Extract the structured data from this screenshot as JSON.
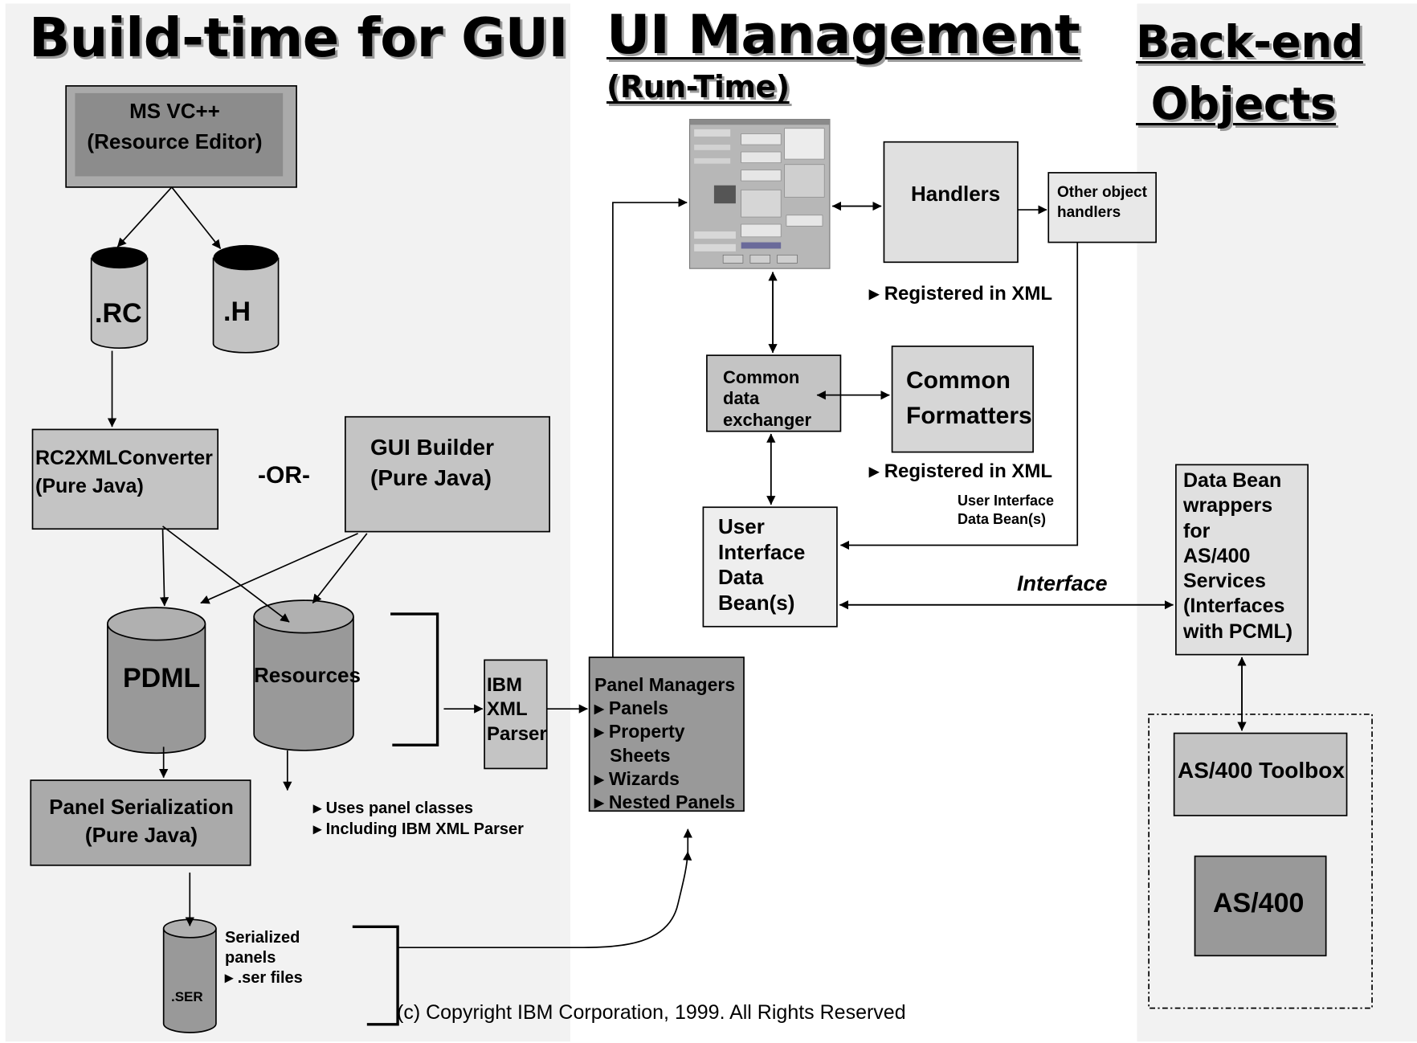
{
  "headings": {
    "build_time": "Build-time for GUI",
    "ui_management": "UI Management",
    "run_time": "(Run-Time)",
    "back_end": "Back-end\n Objects"
  },
  "nodes": {
    "ms_vc": "MS VC++\n(Resource Editor)",
    "rc_file": ".RC",
    "h_file": ".H",
    "rc2xml": "RC2XMLConverter\n(Pure Java)",
    "or_label": "-OR-",
    "gui_builder": "GUI Builder\n(Pure Java)",
    "pdml": "PDML",
    "resources": "Resources",
    "ibm_xml_parser": "IBM\nXML\nParser",
    "panel_serialization": "Panel Serialization\n(Pure Java)",
    "uses_panel_notes": "▸ Uses panel classes\n▸ Including IBM XML Parser",
    "ser_file": ".SER",
    "serialized_panels": "Serialized\npanels\n▸ .ser files",
    "panel_managers": "Panel Managers\n▸ Panels\n▸ Property\n   Sheets\n▸ Wizards\n▸ Nested Panels",
    "handlers": "Handlers",
    "other_handlers": "Other object\nhandlers",
    "registered_xml_1": "▸ Registered in XML",
    "common_data_exchanger": "Common\ndata\nexchanger",
    "common_formatters": "Common\nFormatters",
    "registered_xml_2": "▸ Registered in XML",
    "ui_data_bean_note": "User Interface\nData Bean(s)",
    "ui_data_bean": "User\nInterface\nData\nBean(s)",
    "interface_label": "Interface",
    "data_bean_wrappers": "Data Bean\nwrappers\nfor\nAS/400\nServices\n(Interfaces\nwith PCML)",
    "as400_toolbox": "AS/400 Toolbox",
    "as400": "AS/400"
  },
  "copyright": "(c) Copyright IBM Corporation, 1999. All Rights Reserved",
  "colors": {
    "panel_bg": "#f2f2f2",
    "box_mid": "#c4c4c4",
    "box_dark": "#999999",
    "box_light": "#e8e8e8",
    "line": "#000000"
  }
}
